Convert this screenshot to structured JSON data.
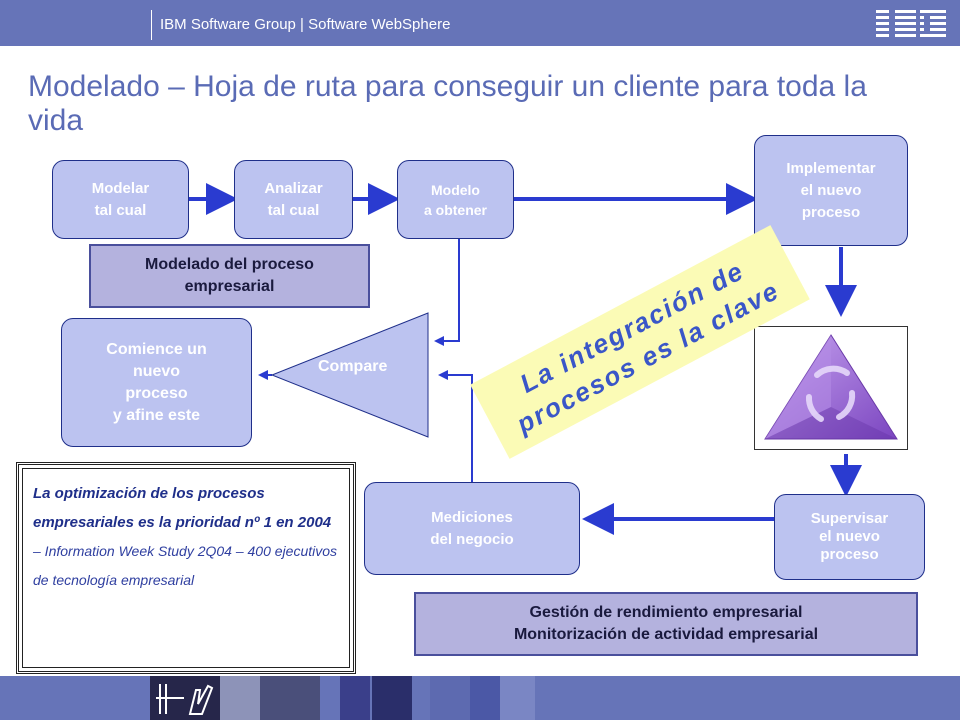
{
  "header": {
    "caption": "IBM Software Group | Software WebSphere",
    "logo": "IBM"
  },
  "title": "Modelado – Hoja de ruta para conseguir un cliente para toda la vida",
  "nodes": {
    "modelar": "Modelar\ntal cual",
    "analizar": "Analizar\ntal cual",
    "modelo": "Modelo\na obtener",
    "implementar": "Implementar\nel nuevo\nproceso",
    "supervisar": "Supervisar\nel nuevo\nproceso",
    "mediciones": "Mediciones\ndel negocio",
    "comience": "Comience un\nnuevo\nproceso\ny afine este",
    "compare": "Compare"
  },
  "panels": {
    "modelado": "Modelado del proceso\nempresarial",
    "gestion": "Gestión de rendimiento empresarial\nMonitorización de actividad empresarial"
  },
  "banner": "La integración de\nprocesos es la clave",
  "quote": {
    "main": "La optimización de los procesos empresariales es la prioridad nº 1 en 2004",
    "source": "– Information Week Study 2Q04 – 400 ejecutivos de tecnología empresarial"
  },
  "icons": {
    "cycle": "cycle-triangle-icon",
    "logo": "ibm-logo-icon"
  },
  "colors": {
    "brand_bar": "#6674b8",
    "box_fill": "#bcc3f0",
    "box_border": "#1f2f8a",
    "arrow": "#2a3bd0",
    "panel_fill": "#b4b2de",
    "title": "#5a6bb5",
    "banner_fill": "#fbfbb6",
    "banner_text": "#3a56c8",
    "triangle": "#9a6ad0"
  }
}
